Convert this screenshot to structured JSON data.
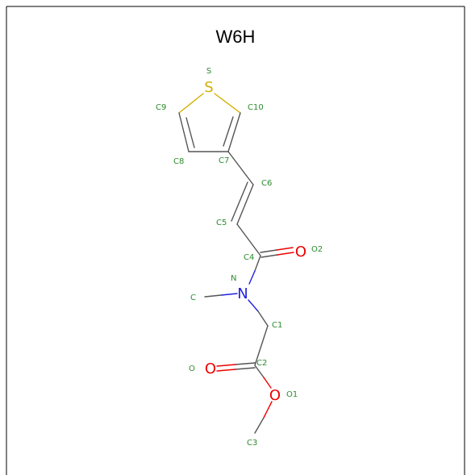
{
  "title": "W6H",
  "colors": {
    "carbon_bond": "#555555",
    "label": "#2d8a2d",
    "oxygen": "#ee0000",
    "nitrogen": "#1f1fe0",
    "sulfur": "#d4b000",
    "frame": "#000000"
  },
  "elements": {
    "S": "S",
    "N": "N",
    "O_carbonyl_ester": "O",
    "O_ester": "O",
    "O_amide": "O"
  },
  "labels": {
    "S": "S",
    "C10": "C10",
    "C9": "C9",
    "C8": "C8",
    "C7": "C7",
    "C6": "C6",
    "C5": "C5",
    "C4": "C4",
    "O2": "O2",
    "N": "N",
    "C": "C",
    "C1": "C1",
    "C2": "C2",
    "O": "O",
    "O1": "O1",
    "C3": "C3"
  }
}
